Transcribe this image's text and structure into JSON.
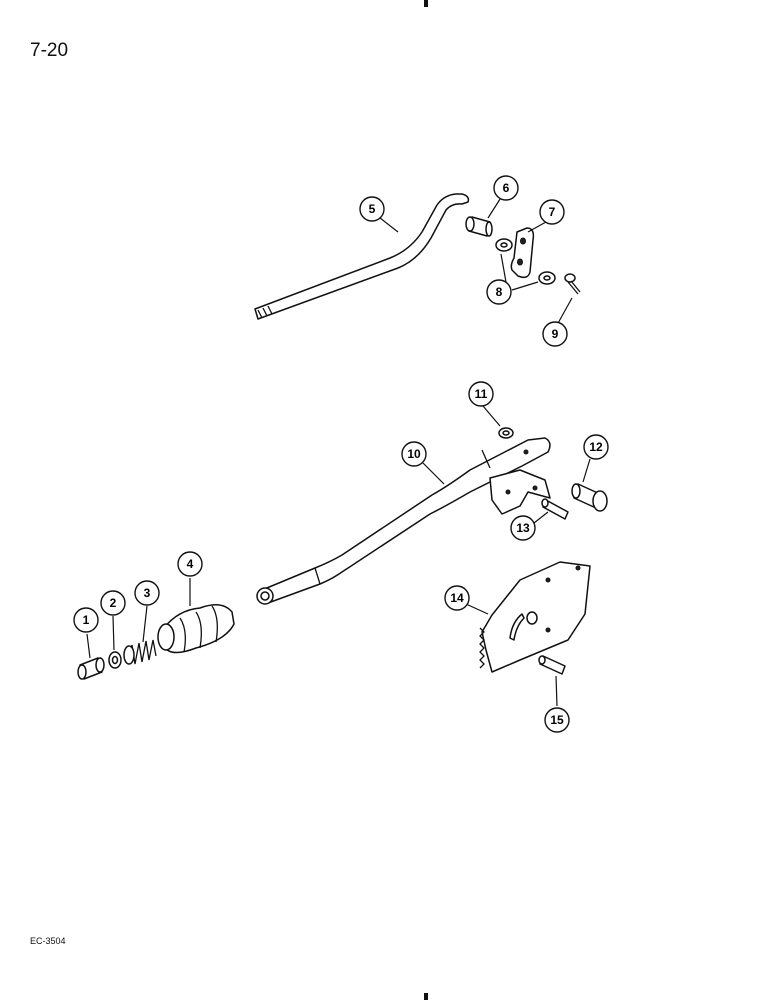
{
  "page": {
    "number": "7-20",
    "figure_code": "EC-3504"
  },
  "callouts": [
    {
      "id": "c1",
      "label": "1"
    },
    {
      "id": "c2",
      "label": "2"
    },
    {
      "id": "c3",
      "label": "3"
    },
    {
      "id": "c4",
      "label": "4"
    },
    {
      "id": "c5",
      "label": "5"
    },
    {
      "id": "c6",
      "label": "6"
    },
    {
      "id": "c7",
      "label": "7"
    },
    {
      "id": "c8",
      "label": "8"
    },
    {
      "id": "c9",
      "label": "9"
    },
    {
      "id": "c10",
      "label": "10"
    },
    {
      "id": "c11",
      "label": "11"
    },
    {
      "id": "c12",
      "label": "12"
    },
    {
      "id": "c13",
      "label": "13"
    },
    {
      "id": "c14",
      "label": "14"
    },
    {
      "id": "c15",
      "label": "15"
    }
  ],
  "colors": {
    "ink": "#111111",
    "paper": "#ffffff"
  }
}
